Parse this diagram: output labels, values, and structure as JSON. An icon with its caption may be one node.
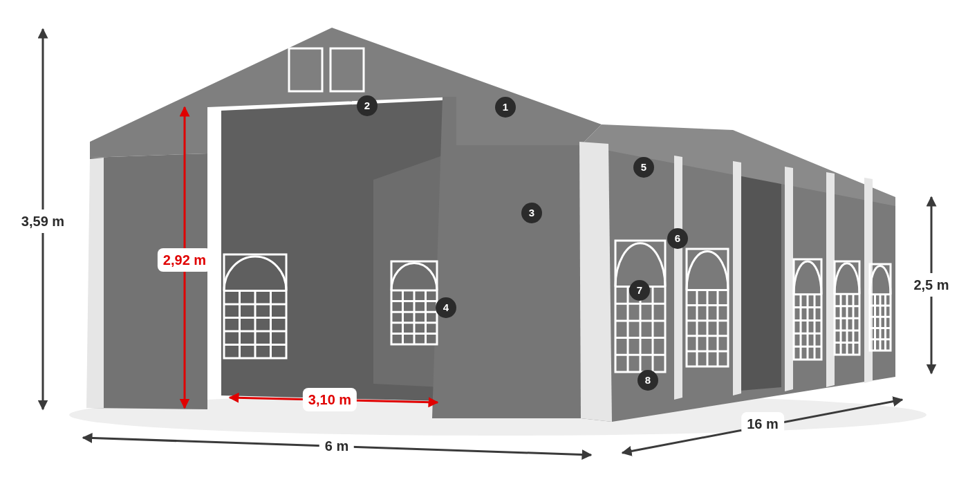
{
  "diagram": {
    "labels": [
      "2",
      "1",
      "5",
      "3",
      "3,59 m",
      "6",
      "2,92 m",
      "2,5 m",
      "7",
      "4",
      "8",
      "3,10 m",
      "16 m",
      "6 m"
    ]
  }
}
